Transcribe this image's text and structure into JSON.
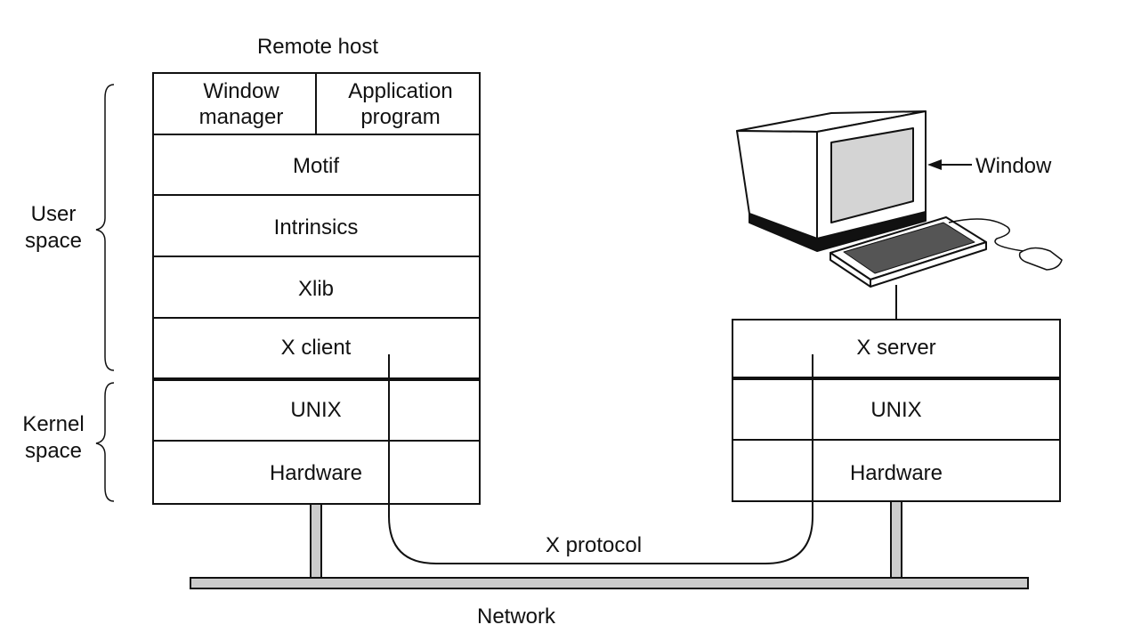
{
  "remote_host": {
    "title": "Remote host",
    "window_manager": [
      "Window",
      "manager"
    ],
    "application_program": [
      "Application",
      "program"
    ],
    "layers": [
      "Motif",
      "Intrinsics",
      "Xlib",
      "X client",
      "UNIX",
      "Hardware"
    ]
  },
  "space_labels": {
    "user": [
      "User",
      "space"
    ],
    "kernel": [
      "Kernel",
      "space"
    ]
  },
  "local_host": {
    "layers": [
      "X server",
      "UNIX",
      "Hardware"
    ],
    "window_label": "Window"
  },
  "protocol_label": "X protocol",
  "network_label": "Network",
  "colors": {
    "line": "#111111",
    "gray": "#cccccc",
    "screen": "#d4d4d4"
  }
}
